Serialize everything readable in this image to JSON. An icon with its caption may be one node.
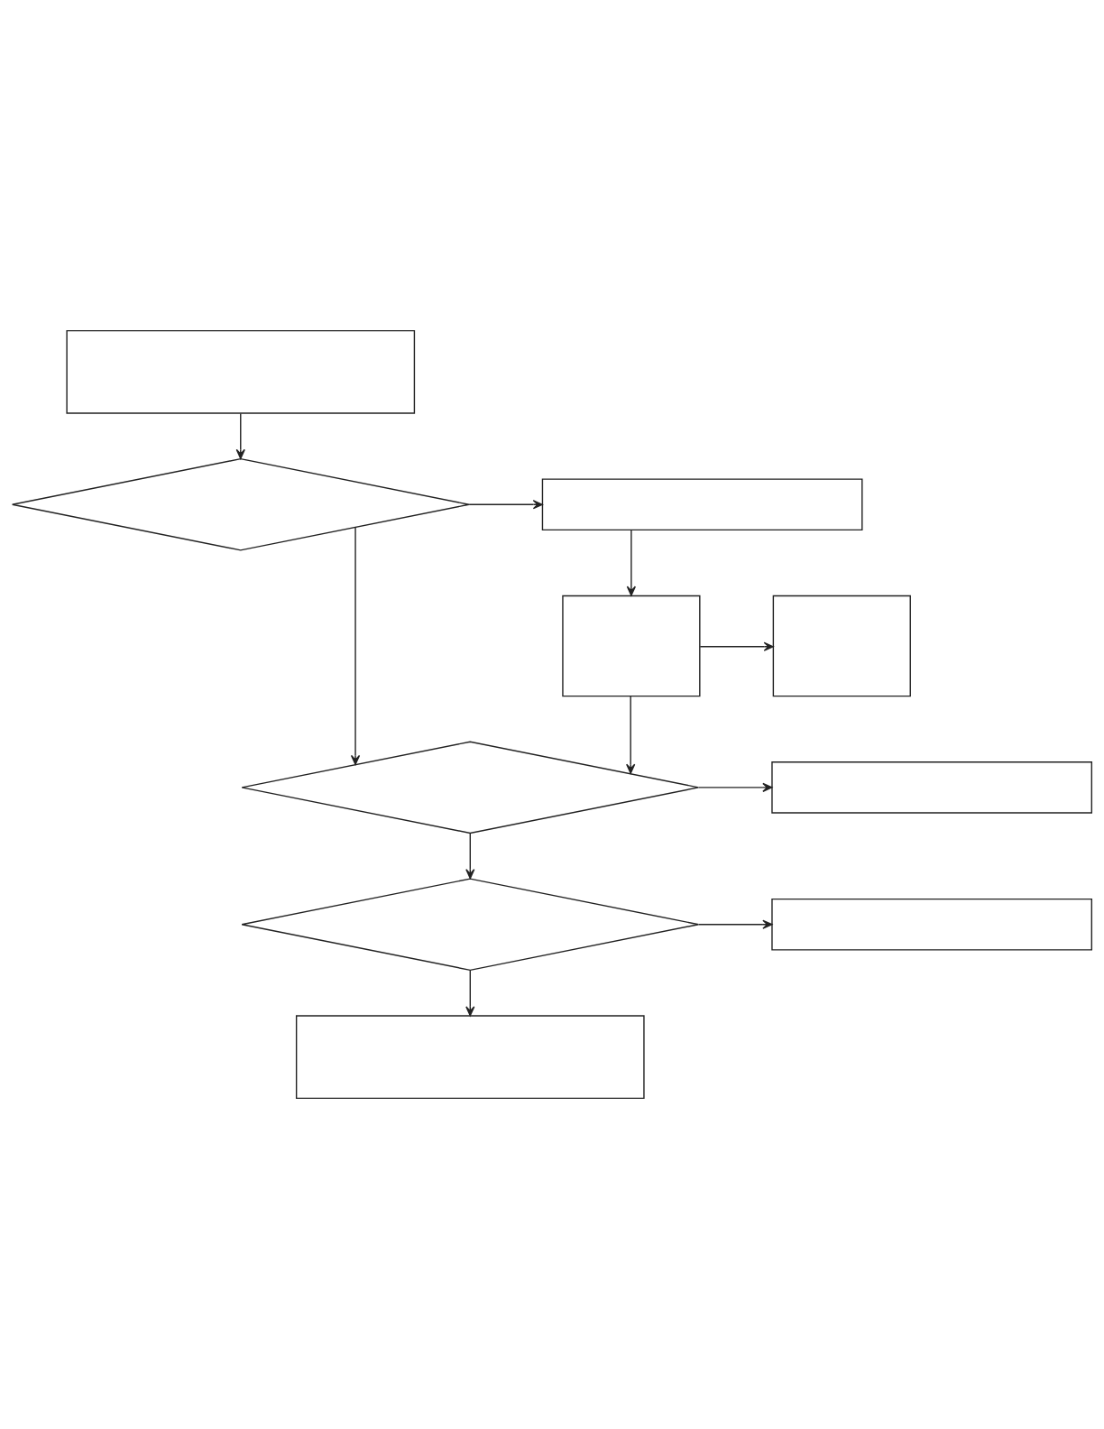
{
  "diagram": {
    "nodes": [
      {
        "text": [],
        "shape": "box"
      },
      {
        "text": [],
        "shape": "diamond"
      },
      {
        "text": [],
        "shape": "box"
      },
      {
        "text": [],
        "shape": "box"
      },
      {
        "text": [],
        "shape": "box"
      },
      {
        "text": [],
        "shape": "diamond"
      },
      {
        "text": [],
        "shape": "box"
      },
      {
        "text": [],
        "shape": "diamond"
      },
      {
        "text": [],
        "shape": "box"
      },
      {
        "text": [],
        "shape": "box"
      }
    ],
    "edges": [
      {
        "from": 0,
        "to": 1,
        "arrow": "to"
      },
      {
        "from": 1,
        "to": 2,
        "arrow": "to"
      },
      {
        "from": 2,
        "to": 3,
        "arrow": "to"
      },
      {
        "from": 3,
        "to": 4,
        "arrow": "to"
      },
      {
        "from": 1,
        "to": 5,
        "arrow": "to"
      },
      {
        "from": 3,
        "to": 5,
        "arrow": "to"
      },
      {
        "from": 5,
        "to": 6,
        "arrow": "to"
      },
      {
        "from": 5,
        "to": 7,
        "arrow": "to"
      },
      {
        "from": 7,
        "to": 8,
        "arrow": "to"
      },
      {
        "from": 7,
        "to": 9,
        "arrow": "to"
      }
    ]
  }
}
